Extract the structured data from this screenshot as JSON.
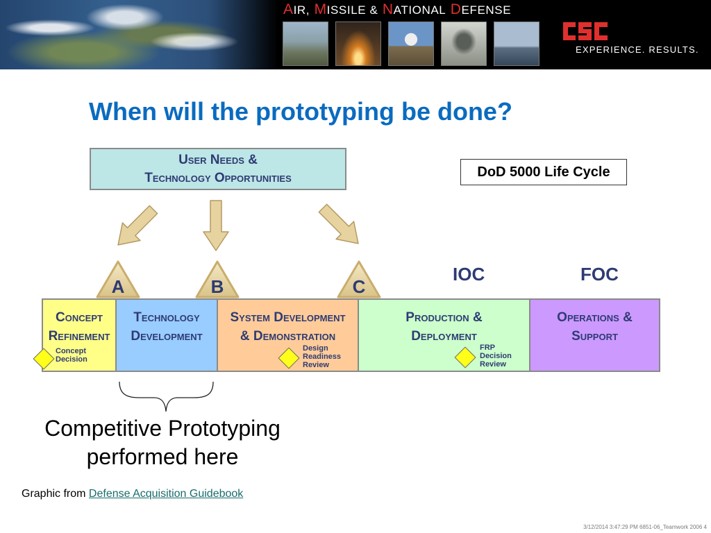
{
  "banner": {
    "title_initial_1": "A",
    "title_rest_1": "IR,",
    "title_initial_2": "M",
    "title_rest_2": "ISSILE &",
    "title_initial_3": "N",
    "title_rest_3": "ATIONAL",
    "title_initial_4": "D",
    "title_rest_4": "EFENSE",
    "photos": [
      "pentagon-photo",
      "missile-launch-photo",
      "radar-dome-photo",
      "soldier-gas-mask-photo",
      "warships-photo"
    ],
    "logo_text": "CSC",
    "tagline": "EXPERIENCE. RESULTS.",
    "accent_color": "#e0302e"
  },
  "title": "When will the prototyping be done?",
  "lifecycle_label": "DoD 5000 Life Cycle",
  "user_needs": {
    "line1": "User Needs &",
    "line2": "Technology Opportunities"
  },
  "milestones": [
    "A",
    "B",
    "C"
  ],
  "capabilities": [
    "IOC",
    "FOC"
  ],
  "phases": [
    {
      "line1": "Concept",
      "line2": "Refinement",
      "color": "#ffff88"
    },
    {
      "line1": "Technology",
      "line2": "Development",
      "color": "#99ccff"
    },
    {
      "line1": "System Development",
      "line2": "& Demonstration",
      "color": "#ffcc99"
    },
    {
      "line1": "Production &",
      "line2": "Deployment",
      "color": "#ccffcc"
    },
    {
      "line1": "Operations &",
      "line2": "Support",
      "color": "#cc99ff"
    }
  ],
  "decisions": [
    {
      "line1": "Concept",
      "line2": "Decision"
    },
    {
      "line1": "Design",
      "line2": "Readiness",
      "line3": "Review"
    },
    {
      "line1": "FRP",
      "line2": "Decision",
      "line3": "Review"
    }
  ],
  "caption": {
    "line1": "Competitive Prototyping",
    "line2": "performed here"
  },
  "credit": {
    "prefix": "Graphic from",
    "link": "Defense Acquisition Guidebook"
  },
  "footer": "3/12/2014 3:47:29 PM 6851-06_Teamwork 2006  4",
  "colors": {
    "title": "#0a6bc0",
    "diagram_text": "#2e3b73",
    "user_needs_box": "#bde6e6",
    "milestone_triangle": "#ecd9a8",
    "arrow": "#e7d3a0",
    "decision_diamond": "#ffff1a"
  }
}
